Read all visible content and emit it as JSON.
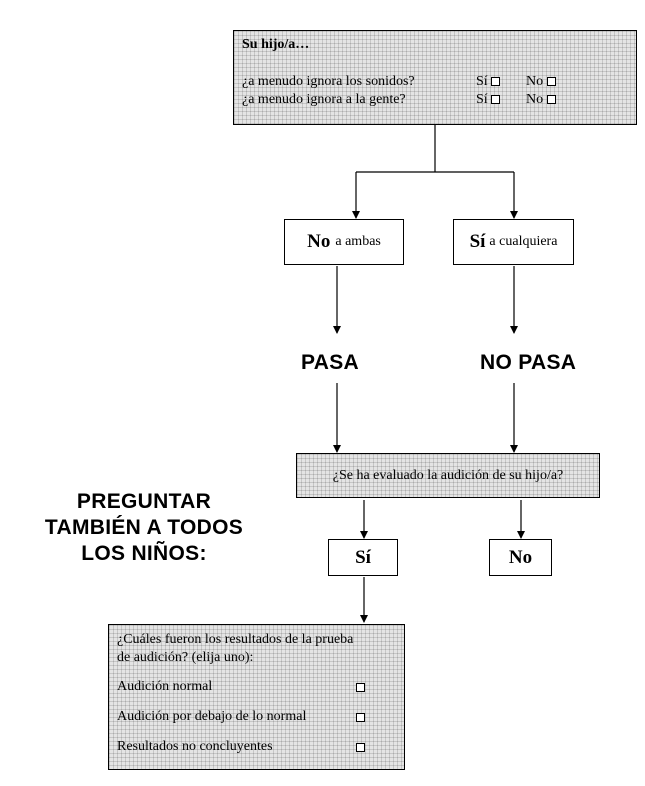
{
  "question_box": {
    "title": "Su hijo/a…",
    "items": [
      {
        "question": "¿a menudo ignora los sonidos?",
        "yes": "Sí",
        "no": "No"
      },
      {
        "question": "¿a menudo ignora a la gente?",
        "yes": "Sí",
        "no": "No"
      }
    ]
  },
  "branches": {
    "left": {
      "bold": "No",
      "rest": "a ambas",
      "result": "PASA"
    },
    "right": {
      "bold": "Sí",
      "rest": "a cualquiera",
      "result": "NO PASA"
    }
  },
  "evaluation": {
    "question": "¿Se ha evaluado la audición de su hijo/a?",
    "yes": "Sí",
    "no": "No"
  },
  "side_note": {
    "lines": [
      "PREGUNTAR",
      "TAMBIÉN A TODOS",
      "LOS NIÑOS:"
    ]
  },
  "results_box": {
    "question_line1": "¿Cuáles fueron los resultados de la prueba",
    "question_line2": "de audición? (elija uno):",
    "options": [
      "Audición normal",
      "Audición por debajo de lo normal",
      "Resultados no concluyentes"
    ]
  }
}
